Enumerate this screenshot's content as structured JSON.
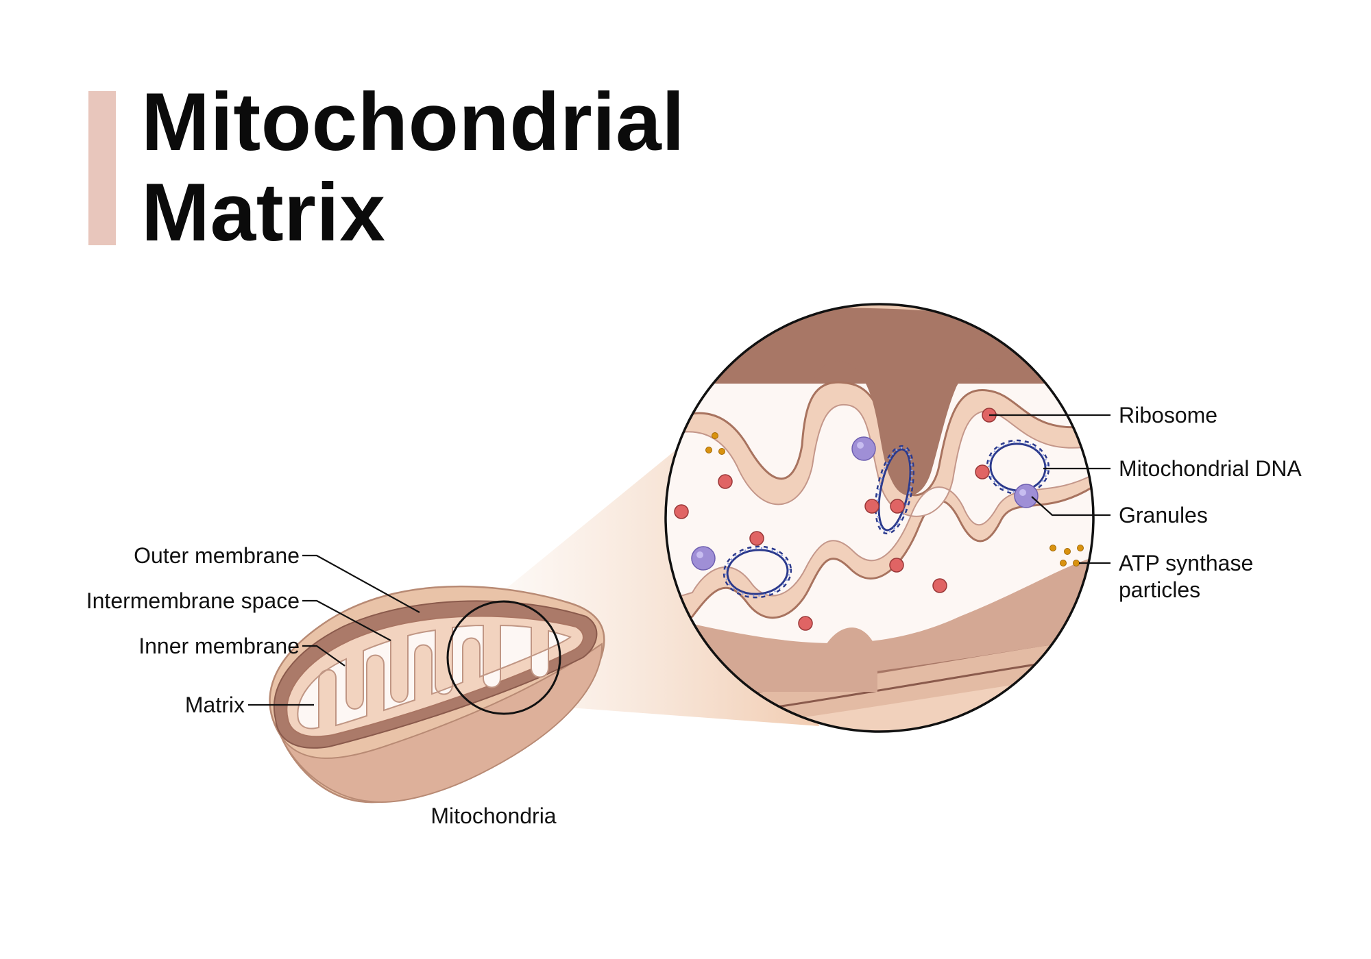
{
  "title": {
    "line1": "Mitochondrial",
    "line2": "Matrix"
  },
  "left_labels": {
    "outer_membrane": "Outer membrane",
    "intermembrane_space": "Intermembrane space",
    "inner_membrane": "Inner membrane",
    "matrix": "Matrix"
  },
  "caption": "Mitochondria",
  "right_labels": {
    "ribosome": "Ribosome",
    "mito_dna": "Mitochondrial DNA",
    "granules": "Granules",
    "atp_line1": "ATP synthase",
    "atp_line2": "particles"
  },
  "colors": {
    "accent_bar": "#e8c6bc",
    "outer_shell": "#e9c3a8",
    "intermembrane": "#a97868",
    "membrane": "#f2d3bf",
    "matrix": "#fdf7f4",
    "ribosome": "#e06464",
    "granule": "#9f8fd6",
    "dna": "#2c3a8c",
    "atp_particle": "#d9920f"
  }
}
